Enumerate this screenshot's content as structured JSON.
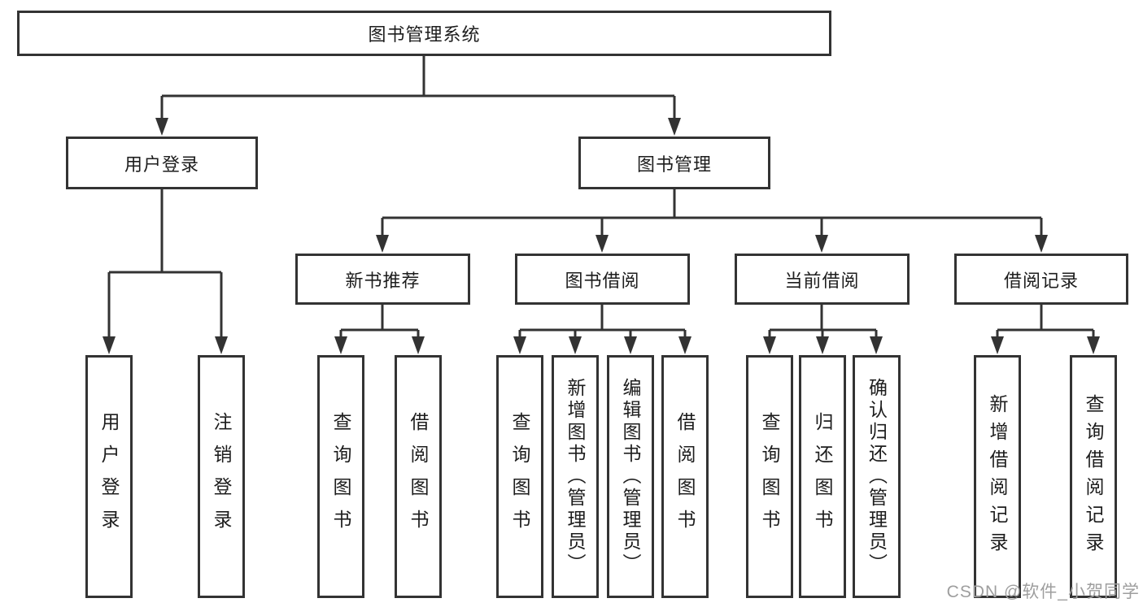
{
  "tree": {
    "root": {
      "label": "图书管理系统",
      "children": [
        {
          "label": "用户登录",
          "children": [
            {
              "label": "用户登录"
            },
            {
              "label": "注销登录"
            }
          ]
        },
        {
          "label": "图书管理",
          "children": [
            {
              "label": "新书推荐",
              "children": [
                {
                  "label": "查询图书"
                },
                {
                  "label": "借阅图书"
                }
              ]
            },
            {
              "label": "图书借阅",
              "children": [
                {
                  "label": "查询图书"
                },
                {
                  "label": "新增图书（管理员）"
                },
                {
                  "label": "编辑图书（管理员）"
                },
                {
                  "label": "借阅图书"
                }
              ]
            },
            {
              "label": "当前借阅",
              "children": [
                {
                  "label": "查询图书"
                },
                {
                  "label": "归还图书"
                },
                {
                  "label": "确认归还（管理员）"
                }
              ]
            },
            {
              "label": "借阅记录",
              "children": [
                {
                  "label": "新增借阅记录"
                },
                {
                  "label": "查询借阅记录"
                }
              ]
            }
          ]
        }
      ]
    }
  },
  "watermark": {
    "text": "CSDN @软件_小贺同学"
  },
  "colors": {
    "line": "#333333",
    "text": "#1d1d1d",
    "watermark": "#9e9e9e",
    "background": "#ffffff"
  }
}
